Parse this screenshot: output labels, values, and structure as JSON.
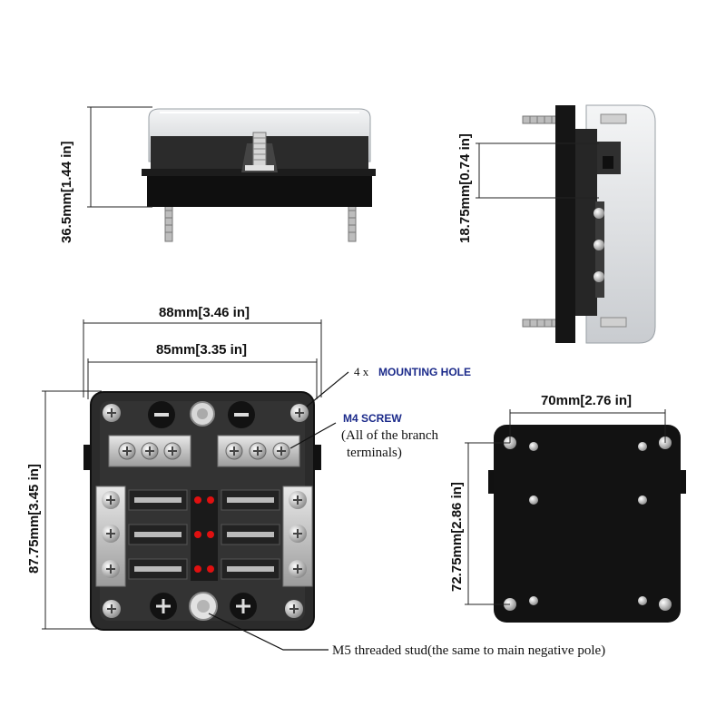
{
  "dimensions": {
    "side_height": "36.5mm[1.44 in]",
    "end_height": "18.75mm[0.74 in]",
    "outer_width": "88mm[3.46 in]",
    "hole_width": "85mm[3.35 in]",
    "total_height": "87.75mm[3.45 in]",
    "back_width": "70mm[2.76 in]",
    "back_height": "72.75mm[2.86 in]"
  },
  "callouts": {
    "mounting_hole_prefix": "4 x",
    "mounting_hole_label": "MOUNTING HOLE",
    "m4_screw": "M4 SCREW",
    "branch_line1": "(All of the branch",
    "branch_line2": "terminals)",
    "m5_stud": "M5 threaded stud(the same to main negative pole)"
  },
  "colors": {
    "body_dark": "#2b2b2b",
    "body_black": "#111111",
    "cover_clear": "#e6e8ea",
    "terminal_silver": "#c8c8c8",
    "led_red": "#e01010",
    "callout_blue": "#1b2a8a"
  }
}
